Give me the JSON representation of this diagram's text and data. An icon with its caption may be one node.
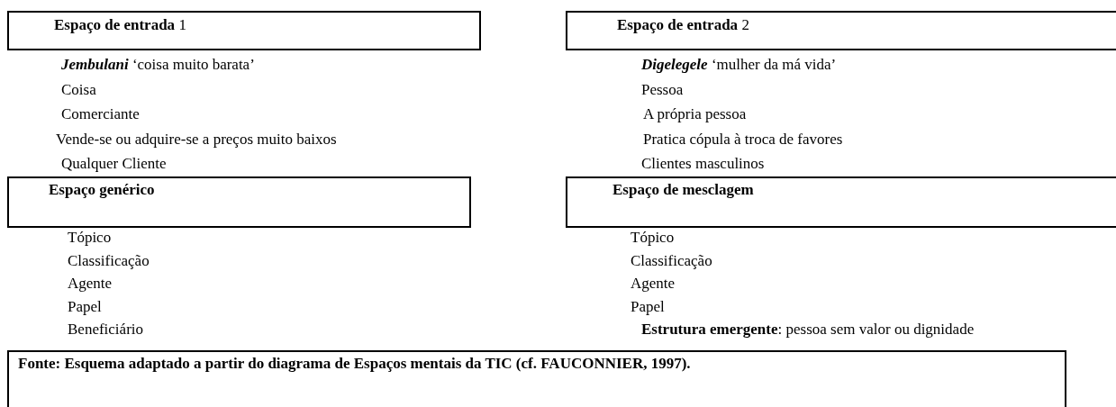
{
  "diagram": {
    "nodes": [
      {
        "text": [
          "**Espaço de entrada** 1"
        ]
      },
      {
        "text": [
          "**Espaço de entrada** 2"
        ]
      },
      {
        "text": [
          "Espaço genérico"
        ]
      },
      {
        "text": [
          "Espaço de mesclagem"
        ]
      },
      {
        "text": [
          "Fonte: Esquema adaptado a partir do diagrama de Espaços mentais da TIC (cf. FAUCONNIER, 1997)."
        ]
      }
    ],
    "edges": [],
    "labels": [
      "*Jembulani* ‘coisa muito barata’",
      "Coisa",
      "Comerciante",
      "Vende-se ou adquire-se a preços muito baixos",
      "Qualquer Cliente",
      "*Digelegele* ‘mulher da má vida’",
      "Pessoa",
      "A própria pessoa",
      "Pratica cópula à troca de favores",
      "Clientes masculinos",
      "Tópico",
      "Classificação",
      "Agente",
      "Papel",
      "Beneficiário",
      "Tópico",
      "Classificação",
      "Agente",
      "Papel",
      "**Estrutura emergente**: pessoa sem valor ou dignidade"
    ]
  }
}
